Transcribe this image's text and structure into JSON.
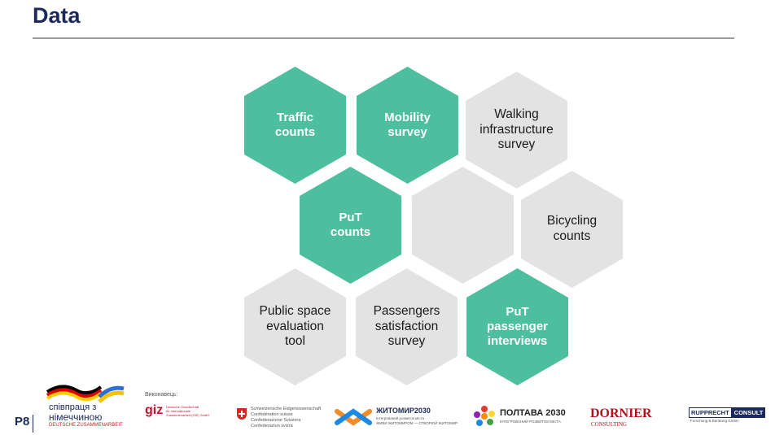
{
  "header": {
    "title": "Data"
  },
  "hexagons": [
    {
      "label": "Traffic\ncounts",
      "style": "green"
    },
    {
      "label": "Mobility\nsurvey",
      "style": "green"
    },
    {
      "label": "Walking\ninfrastructure\nsurvey",
      "style": "gray"
    },
    {
      "label": "PuT\ncounts",
      "style": "green"
    },
    {
      "label": "",
      "style": "gray"
    },
    {
      "label": "Bicycling\ncounts",
      "style": "gray"
    },
    {
      "label": "Public space\nevaluation\ntool",
      "style": "gray"
    },
    {
      "label": "Passengers\nsatisfaction\nsurvey",
      "style": "gray"
    },
    {
      "label": "PuT\npassenger\ninterviews",
      "style": "green"
    }
  ],
  "colors": {
    "green": "#4dbf9f",
    "gray": "#e3e3e3",
    "navy": "#1a2a5c"
  },
  "footer": {
    "page_number": "P8",
    "partner_text_1": "співпраця з",
    "partner_text_2": "німеччиною",
    "partner_text_3": "DEUTSCHE ZUSAMMENARBEIT",
    "executor_label": "Виконавець:",
    "giz": "giz",
    "giz_text": "Deutsche Gesellschaft\nfür Internationale\nZusammenarbeit (GIZ) GmbH",
    "swiss_text": "Schweizerische Eidgenossenschaft\nConfédération suisse\nConfederazione Svizzera\nConfederaziun svizra",
    "zhytomyr": "ЖИТОМИР2030",
    "zhytomyr_sub": "Інтегрований розвиток міста\nЖИВИ ЖИТОМИРОМ — СТВОРЮЙ ЖИТОМИР",
    "poltava": "ПОЛТАВА 2030",
    "poltava_sub": "ІНТЕГРОВАНИЙ РОЗВИТОК МІСТА",
    "dornier": "DORNIER",
    "dornier_sub": "CONSULTING",
    "rupprecht_1": "RUPPRECHT",
    "rupprecht_2": "CONSULT",
    "rupprecht_sub": "Forschung & Beratung GmbH"
  }
}
